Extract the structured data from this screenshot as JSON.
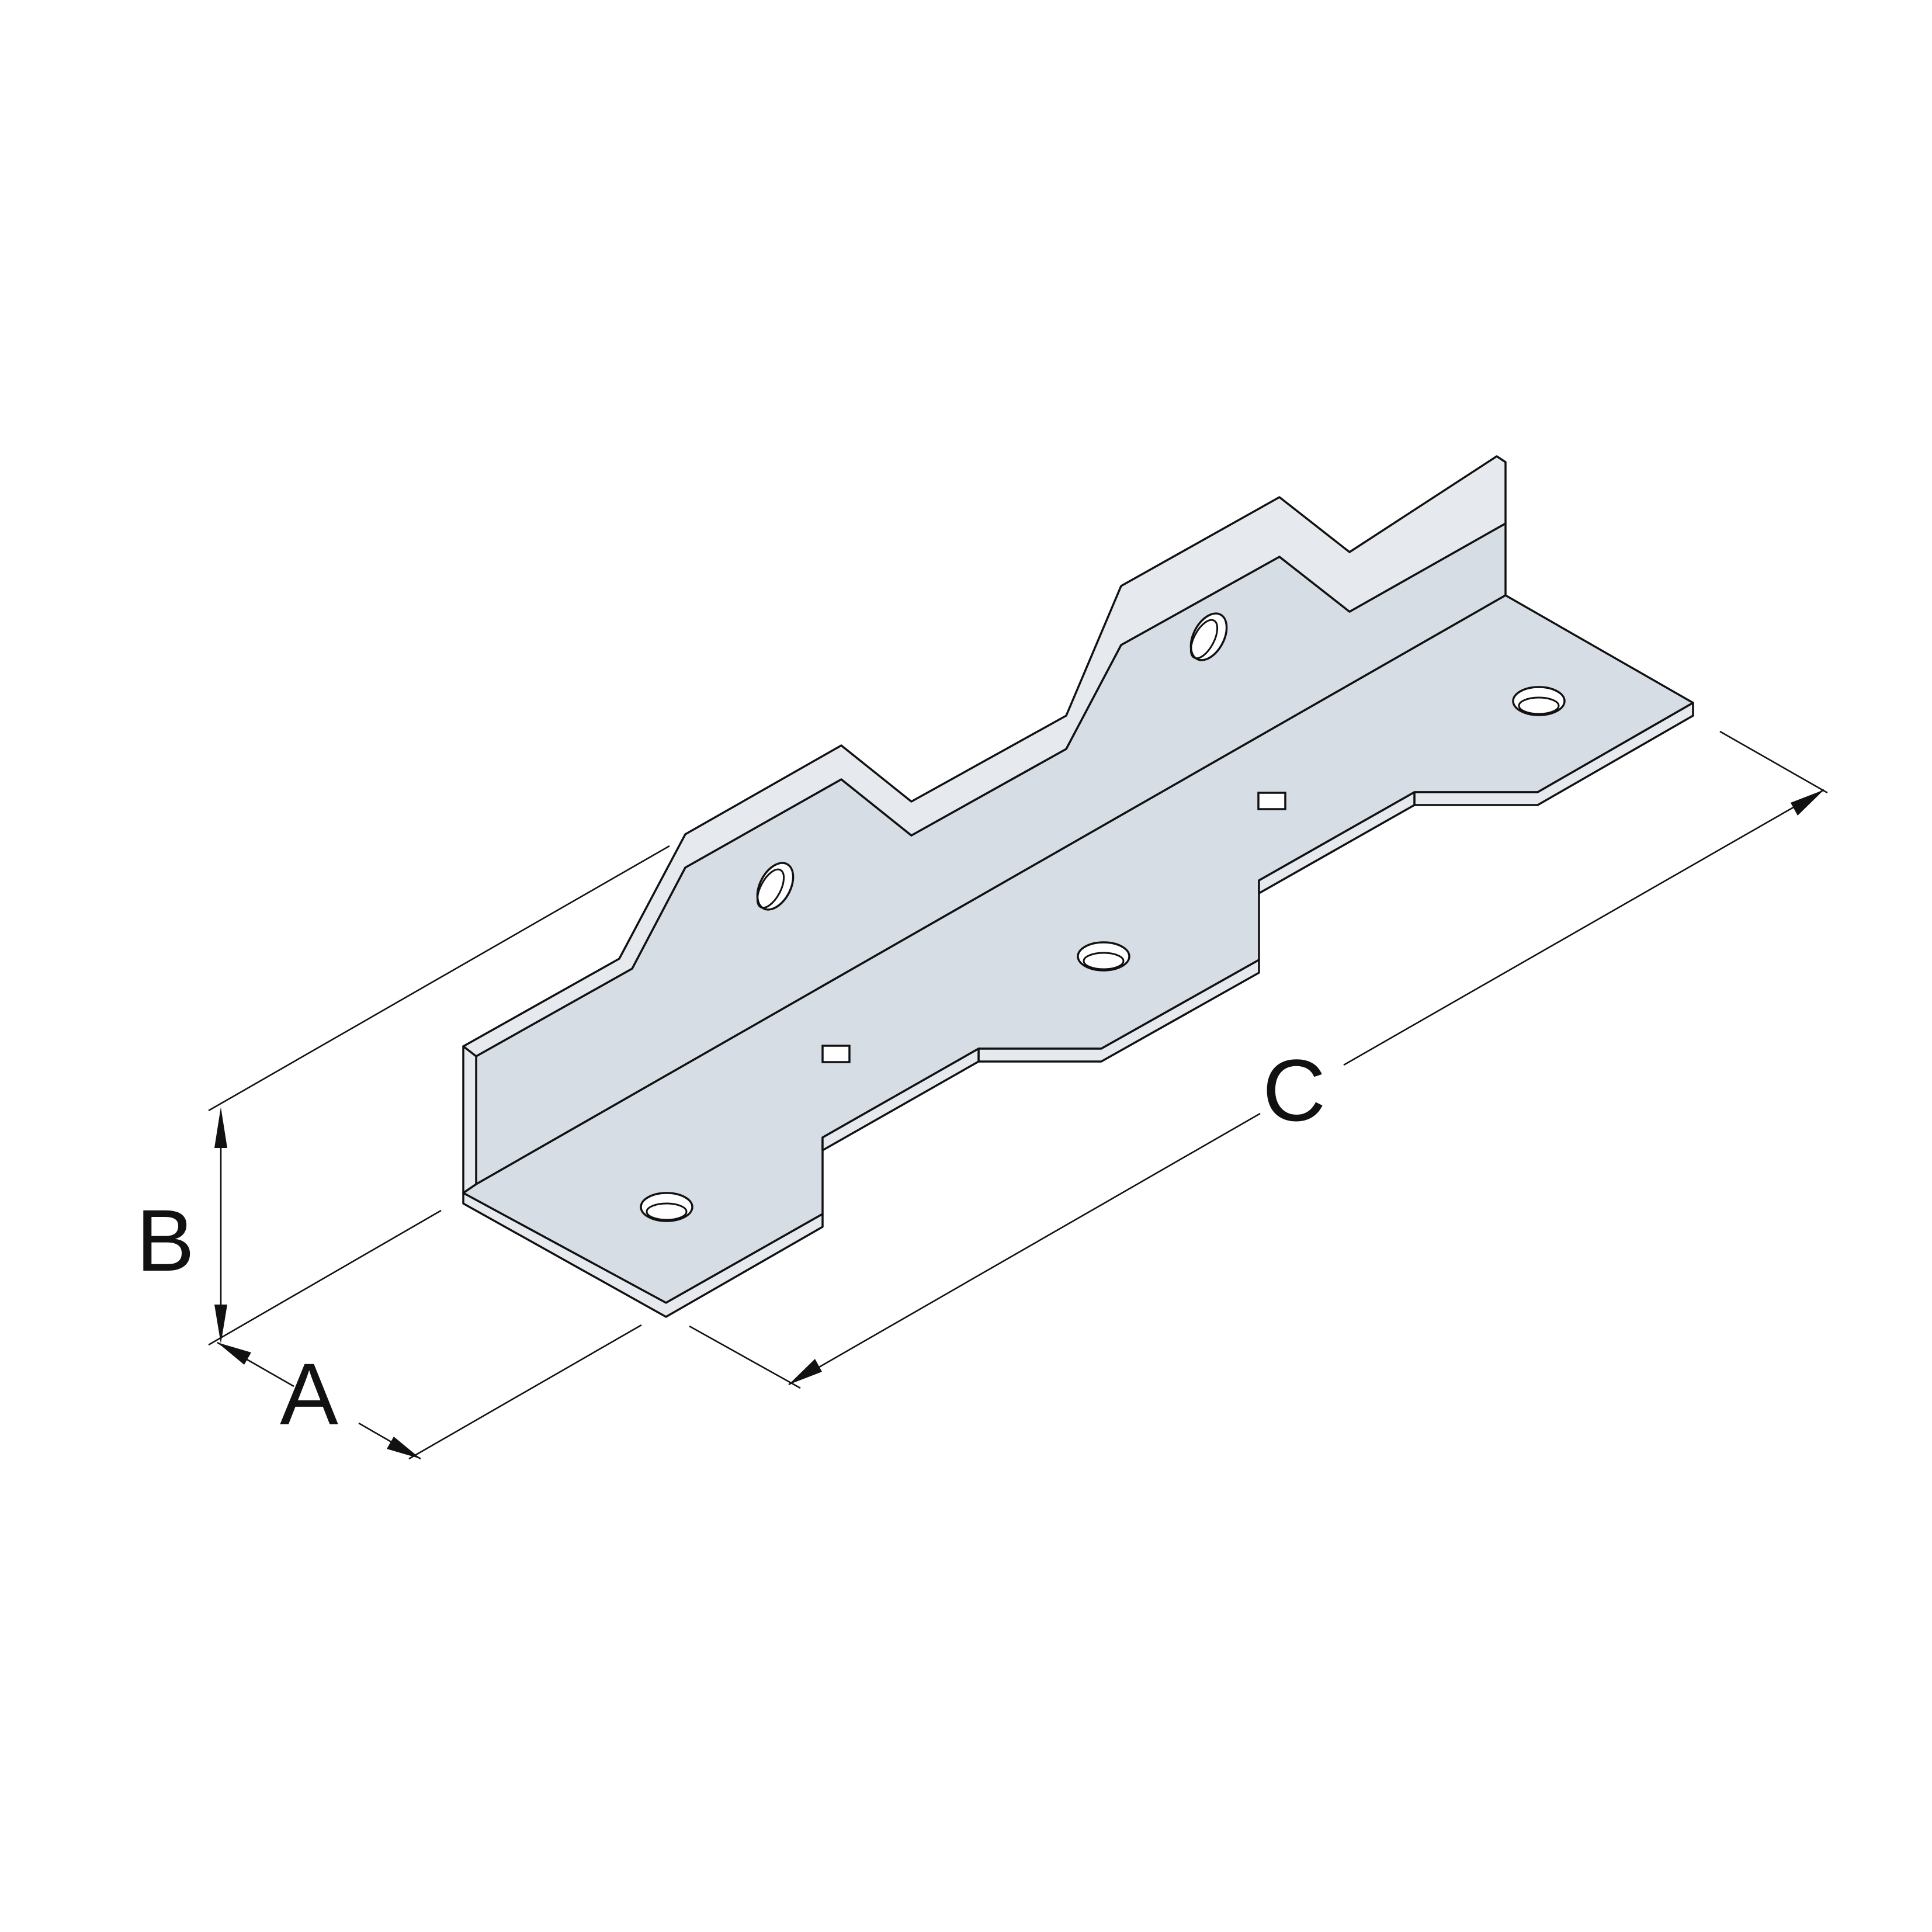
{
  "labels": {
    "a": "A",
    "b": "B",
    "c": "C"
  },
  "colors": {
    "plate_fill": "#d7dde4",
    "outline": "#111111",
    "background": "#ffffff"
  }
}
